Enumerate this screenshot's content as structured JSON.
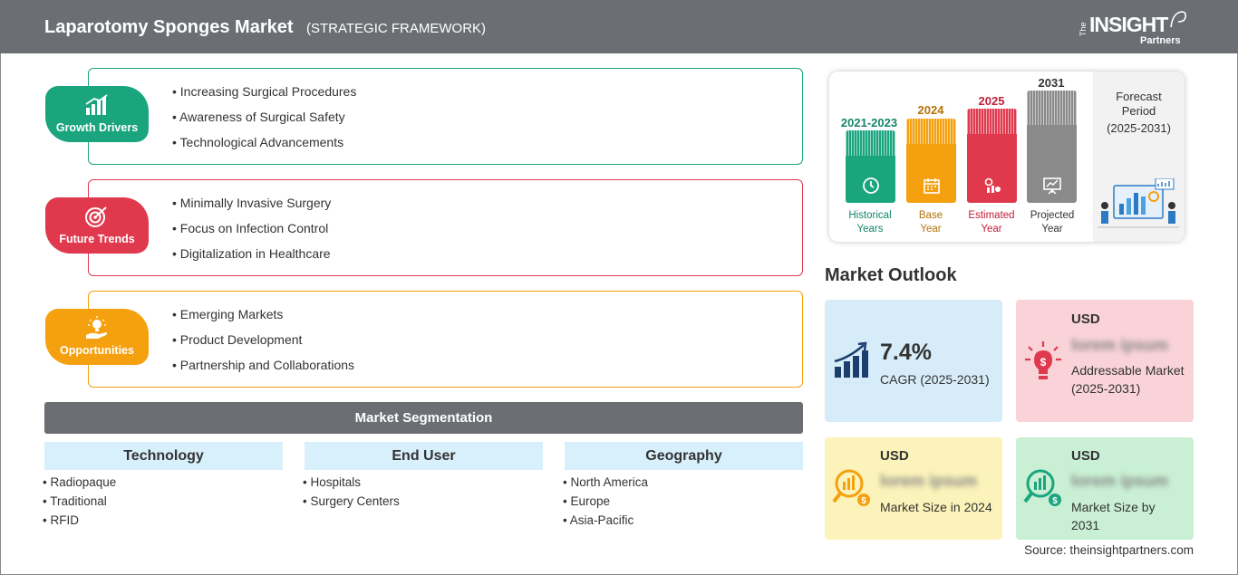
{
  "header": {
    "title": "Laparotomy Sponges Market",
    "subtitle": "(STRATEGIC FRAMEWORK)",
    "logo": {
      "the": "The",
      "brand": "INSIGHT",
      "partners": "Partners"
    }
  },
  "framework": [
    {
      "label": "Growth Drivers",
      "color": "#1aa57f",
      "icon": "growth-chart-icon",
      "items": [
        "Increasing Surgical Procedures",
        "Awareness of Surgical Safety",
        "Technological Advancements"
      ]
    },
    {
      "label": "Future Trends",
      "color": "#e0394e",
      "icon": "target-icon",
      "items": [
        "Minimally Invasive Surgery",
        "Focus on Infection Control",
        "Digitalization in Healthcare"
      ]
    },
    {
      "label": "Opportunities",
      "color": "#f5a00f",
      "icon": "lightbulb-hand-icon",
      "items": [
        "Emerging Markets",
        "Product Development",
        "Partnership and Collaborations"
      ]
    }
  ],
  "segmentation": {
    "title": "Market Segmentation",
    "columns": [
      {
        "head": "Technology",
        "items": [
          "Radiopaque",
          "Traditional",
          "RFID"
        ]
      },
      {
        "head": "End User",
        "items": [
          "Hospitals",
          "Surgery Centers"
        ]
      },
      {
        "head": "Geography",
        "items": [
          "North America",
          "Europe",
          "Asia-Pacific"
        ]
      }
    ]
  },
  "timeline": {
    "bars": [
      {
        "year": "2021-2023",
        "label_line1": "Historical",
        "label_line2": "Years",
        "color": "#1aa57f",
        "year_color": "#14866a",
        "icon": "history-clock-icon"
      },
      {
        "year": "2024",
        "label_line1": "Base",
        "label_line2": "Year",
        "color": "#f5a00f",
        "year_color": "#b27206",
        "icon": "calendar-icon"
      },
      {
        "year": "2025",
        "label_line1": "Estimated",
        "label_line2": "Year",
        "color": "#e0394e",
        "year_color": "#c0203a",
        "icon": "gears-chart-icon"
      },
      {
        "year": "2031",
        "label_line1": "Projected",
        "label_line2": "Year",
        "color": "#8a8a8a",
        "year_color": "#333333",
        "icon": "presentation-chart-icon"
      }
    ],
    "forecast": {
      "line1": "Forecast",
      "line2": "Period",
      "line3": "(2025-2031)"
    }
  },
  "outlook": {
    "title": "Market Outlook",
    "cagr": {
      "value": "7.4%",
      "label": "CAGR (2025-2031)",
      "bg": "#d6ecf8"
    },
    "addressable": {
      "usd": "USD",
      "value": "lorem ipsum",
      "label": "Addressable Market (2025-2031)",
      "bg": "#f9d3d8"
    },
    "size2024": {
      "usd": "USD",
      "value": "lorem ipsum",
      "label": "Market Size in 2024",
      "bg": "#fbf3b9"
    },
    "size2031": {
      "usd": "USD",
      "value": "lorem ipsum",
      "label": "Market Size by 2031",
      "bg": "#c9f0d4"
    }
  },
  "source": "Source: theinsightpartners.com"
}
